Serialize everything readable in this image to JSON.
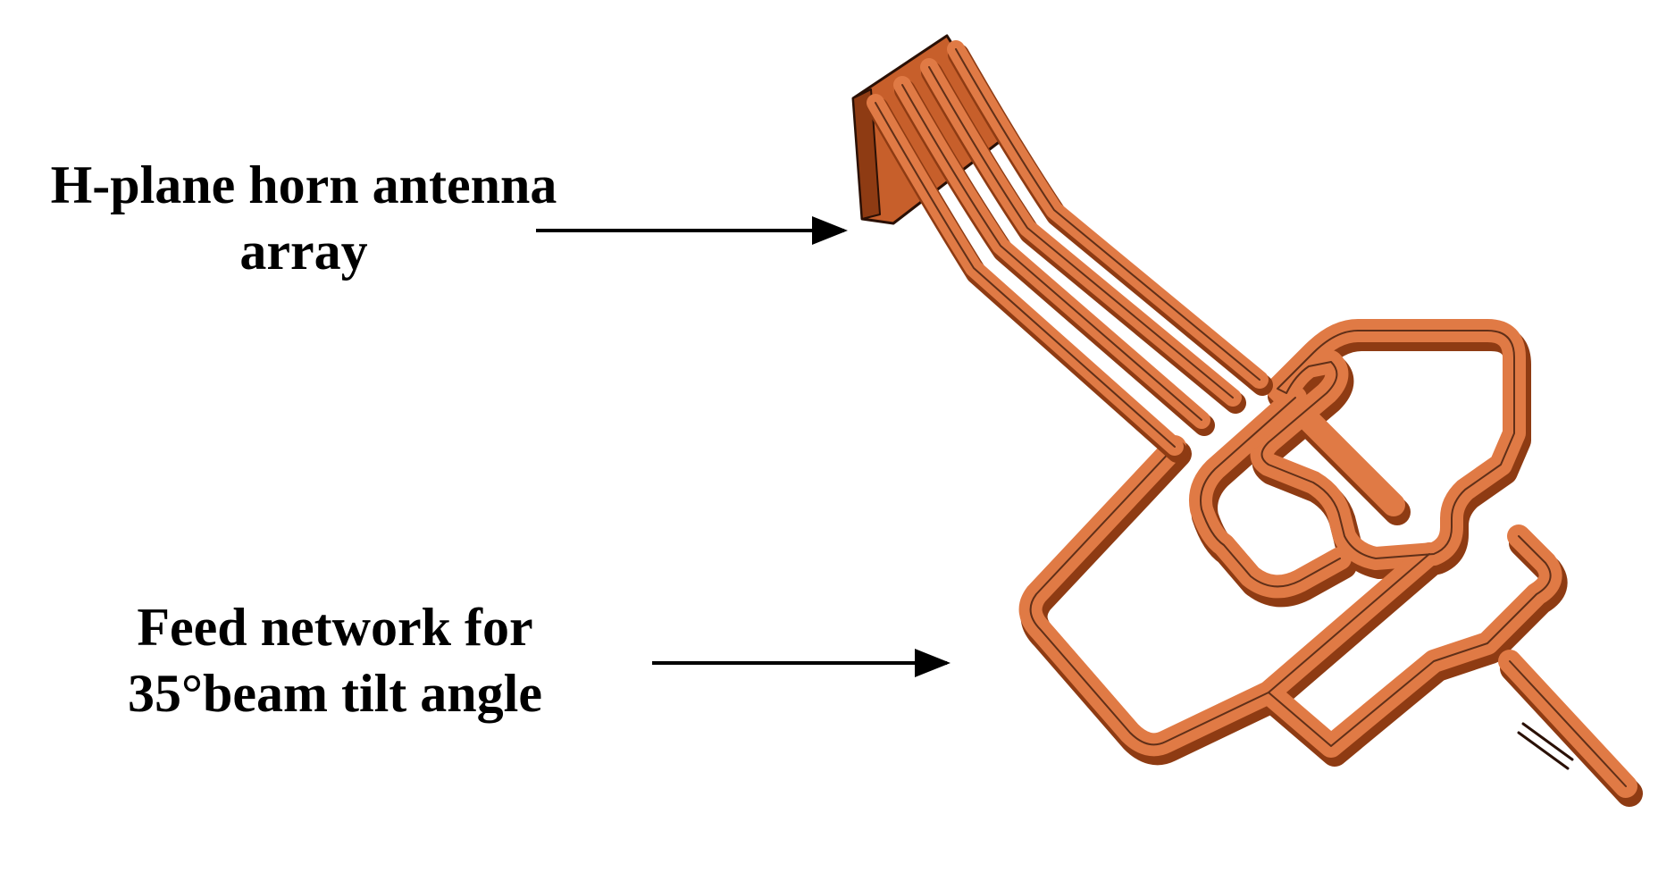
{
  "labels": {
    "horn_line1": "H-plane horn antenna",
    "horn_line2": "array",
    "feed_line1": "Feed network for",
    "feed_line2": "35°beam tilt angle"
  },
  "colors": {
    "copper_light": "#E07A45",
    "copper_mid": "#C75F2B",
    "copper_dark": "#8E3B13",
    "outline": "#2a1005",
    "text": "#000000"
  }
}
